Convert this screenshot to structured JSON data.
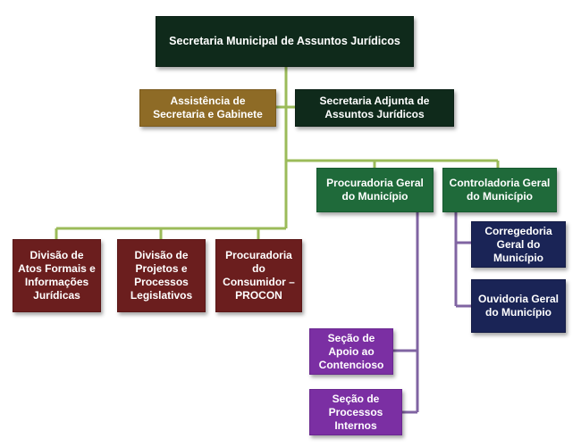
{
  "org_chart": {
    "secretaria": "Secretaria Municipal de Assuntos Jurídicos",
    "assistencia": "Assistência de Secretaria e Gabinete",
    "secretaria_adjunta": "Secretaria Adjunta de Assuntos Jurídicos",
    "procuradoria_geral": "Procuradoria Geral do Município",
    "controladoria_geral": "Controladoria Geral do Município",
    "divisao_atos": "Divisão de Atos Formais e Informações Jurídicas",
    "divisao_projetos": "Divisão de Projetos e Processos Legislativos",
    "procon": "Procuradoria do Consumidor – PROCON",
    "corregedoria": "Corregedoria Geral do Município",
    "ouvidoria": "Ouvidoria Geral do Município",
    "secao_apoio": "Seção de Apoio ao Contencioso",
    "secao_processos": "Seção de Processos Internos"
  },
  "colors": {
    "top": "#0f2a1b",
    "olive": "#8e6b26",
    "green": "#1f6a3a",
    "maroon": "#6b1e1e",
    "navy": "#1a2456",
    "purple": "#7b2fa3",
    "connector_green": "#9bbb59",
    "connector_purple": "#8064a2"
  }
}
